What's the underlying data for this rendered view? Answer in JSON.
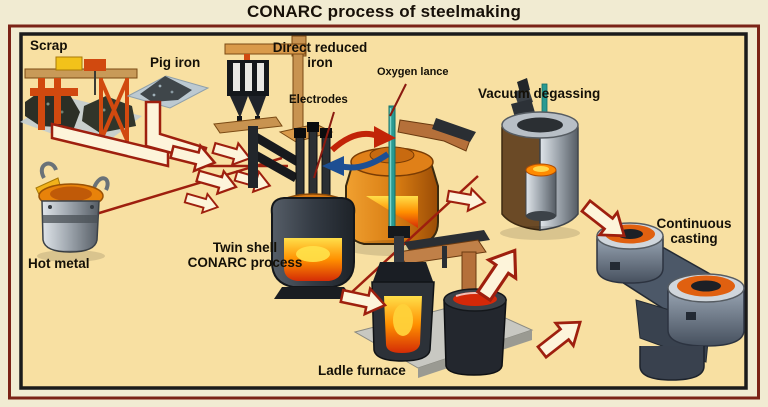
{
  "title": "CONARC process of steelmaking",
  "labels": {
    "scrap": "Scrap",
    "pig_iron": "Pig iron",
    "direct_reduced_iron": "Direct reduced iron",
    "electrodes": "Electrodes",
    "oxygen_lance": "Oxygen lance",
    "vacuum_degassing": "Vacuum degassing",
    "hot_metal": "Hot metal",
    "twin_shell": "Twin shell CONARC process",
    "ladle_furnace": "Ladle furnace",
    "continuous_casting": "Continuous casting"
  },
  "colors": {
    "page_background": "#f1ebd2",
    "diagram_background": "#f8e0a2",
    "outer_border": "#7b2317",
    "inner_border": "#1b1b1b",
    "arrow_outline": "#9e1f0e",
    "arrow_fill": "#fdf4da",
    "swap_arrow_red": "#c22408",
    "swap_arrow_blue": "#1d4f93",
    "molten_metal": "#ff9000",
    "oxygen_lance_teal": "#2a9a92",
    "label_text": "#141007"
  }
}
